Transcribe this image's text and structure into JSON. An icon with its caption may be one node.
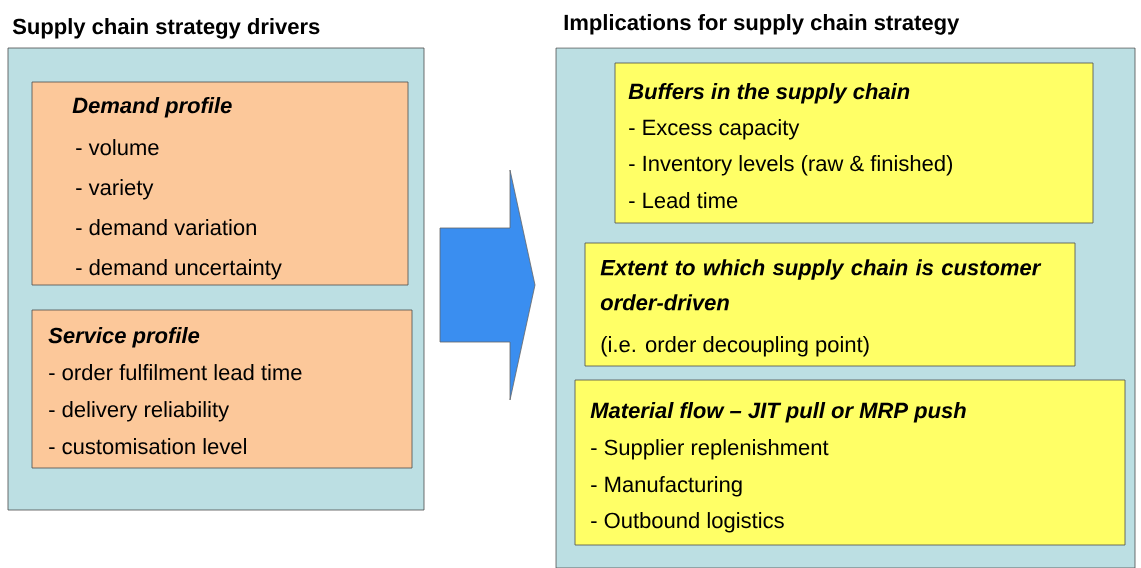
{
  "diagram": {
    "nodes": [
      {
        "text": [
          "Supply chain strategy drivers"
        ]
      },
      {
        "text": [
          "Demand profile",
          "- volume",
          "- variety",
          "- demand variation",
          "- demand uncertainty"
        ],
        "in": 0
      },
      {
        "text": [
          "Service profile",
          "- order fulfilment lead time",
          "- delivery reliability",
          "- customisation level"
        ],
        "in": 0
      },
      {
        "text": [
          "Implications for supply chain strategy"
        ]
      },
      {
        "text": [
          "Buffers in the supply chain",
          "- Excess capacity",
          "- Inventory levels (raw & finished)",
          "- Lead time"
        ],
        "in": 3
      },
      {
        "text": [
          "Extent to which supply chain is customer order-driven",
          "(i.e. order decoupling point)"
        ],
        "in": 3
      },
      {
        "text": [
          "Material flow – JIT pull or MRP push",
          "- Supplier replenishment",
          "- Manufacturing",
          "- Outbound logistics"
        ],
        "in": 3
      }
    ],
    "edges": [
      {
        "from": 0,
        "to": 3,
        "arrow": "to"
      }
    ]
  }
}
